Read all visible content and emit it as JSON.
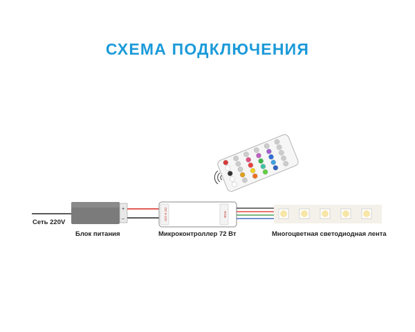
{
  "title": "СХЕМА ПОДКЛЮЧЕНИЯ",
  "labels": {
    "mains": "Сеть 220V",
    "power_supply": "Блок питания",
    "controller": "Микроконтроллер 72 Вт",
    "led_strip": "Многоцветная светодиодная лента"
  },
  "power_supply": {
    "plus": "+",
    "minus": "–"
  },
  "controller": {
    "input_marking": "DC 5-12V",
    "output_marking": "RGB"
  },
  "remote": {
    "button_colors": [
      [
        "#d93a3a",
        "#cccccc",
        "#cccccc",
        "#cccccc",
        "#cccccc",
        "#cccccc"
      ],
      [
        "#ffffff",
        "#cccccc",
        "#e05080",
        "#c060c0",
        "#a060d0",
        "#cccccc"
      ],
      [
        "#333333",
        "#cccccc",
        "#e84040",
        "#3ab54a",
        "#2f6fd6",
        "#cccccc"
      ],
      [
        "#ffffff",
        "#e0a020",
        "#f0d020",
        "#40c0a0",
        "#40a0e0",
        "#cccccc"
      ],
      [
        "#ffffff",
        "#cccccc",
        "#f07020",
        "#60d040",
        "#3060c0",
        "#cccccc"
      ]
    ]
  },
  "colors": {
    "title": "#1b9ad9",
    "wire_red": "#d9251c",
    "wire_black": "#222222",
    "wire_green": "#2a8a3a",
    "wire_blue": "#1d4fb8",
    "strip_bg": "#f4f1ea",
    "led": "#f7e6a8"
  }
}
